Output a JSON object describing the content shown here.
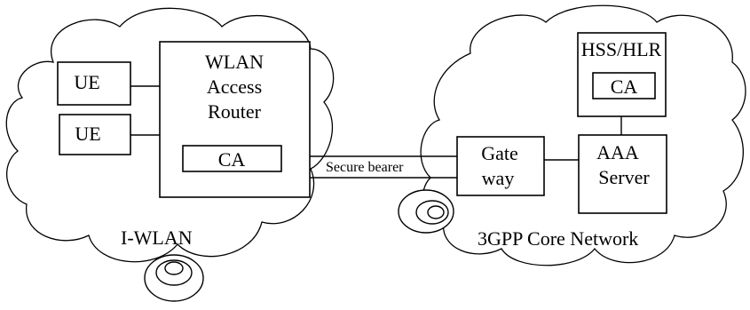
{
  "diagram": {
    "wlan_network_label": "I-WLAN",
    "core_network_label": "3GPP Core Network",
    "ue_1": "UE",
    "ue_2": "UE",
    "wlan_router_line1": "WLAN",
    "wlan_router_line2": "Access",
    "wlan_router_line3": "Router",
    "router_ca": "CA",
    "bearer_label": "Secure bearer",
    "gateway_line1": "Gate",
    "gateway_line2": "way",
    "hss_label": "HSS/HLR",
    "hss_ca": "CA",
    "aaa_line1": "AAA",
    "aaa_line2": "Server"
  }
}
